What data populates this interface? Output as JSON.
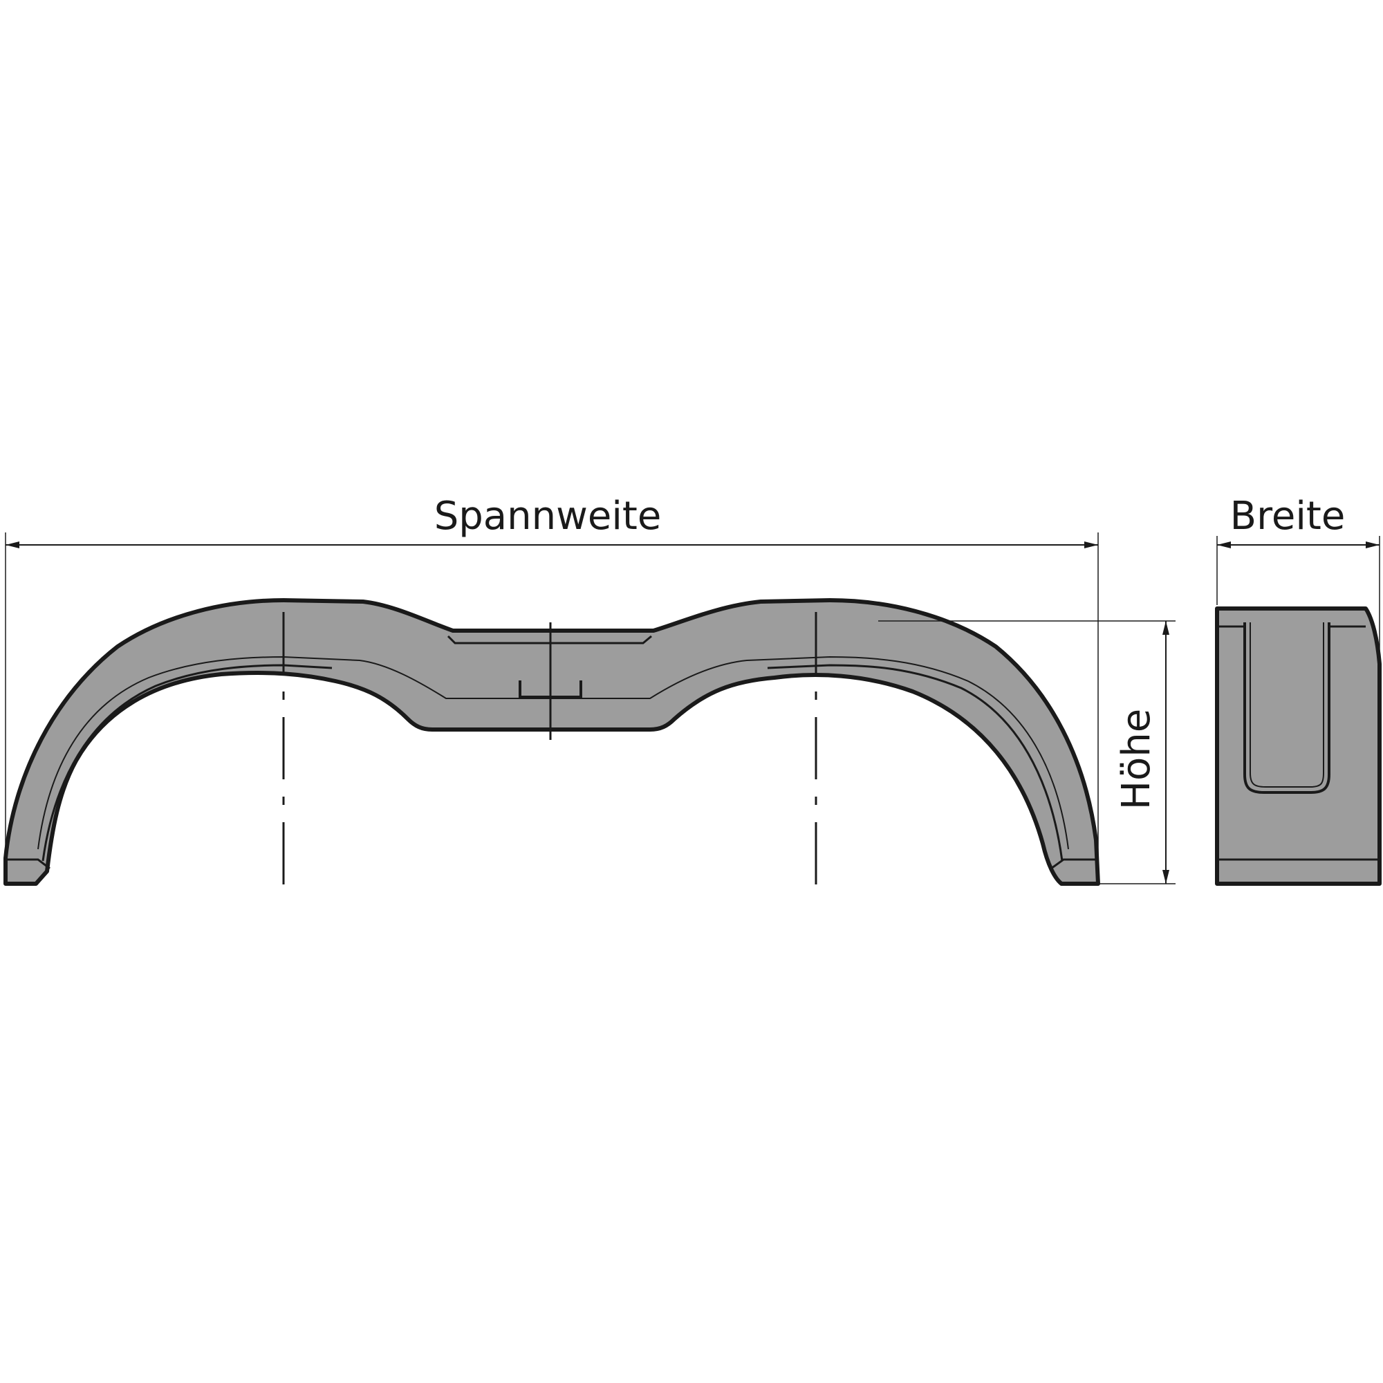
{
  "dimensions": {
    "span_label": "Spannweite",
    "width_label": "Breite",
    "height_label": "Höhe"
  },
  "colors": {
    "fender_fill": "#9d9d9d",
    "outline": "#1a1a1a",
    "background": "#ffffff"
  }
}
